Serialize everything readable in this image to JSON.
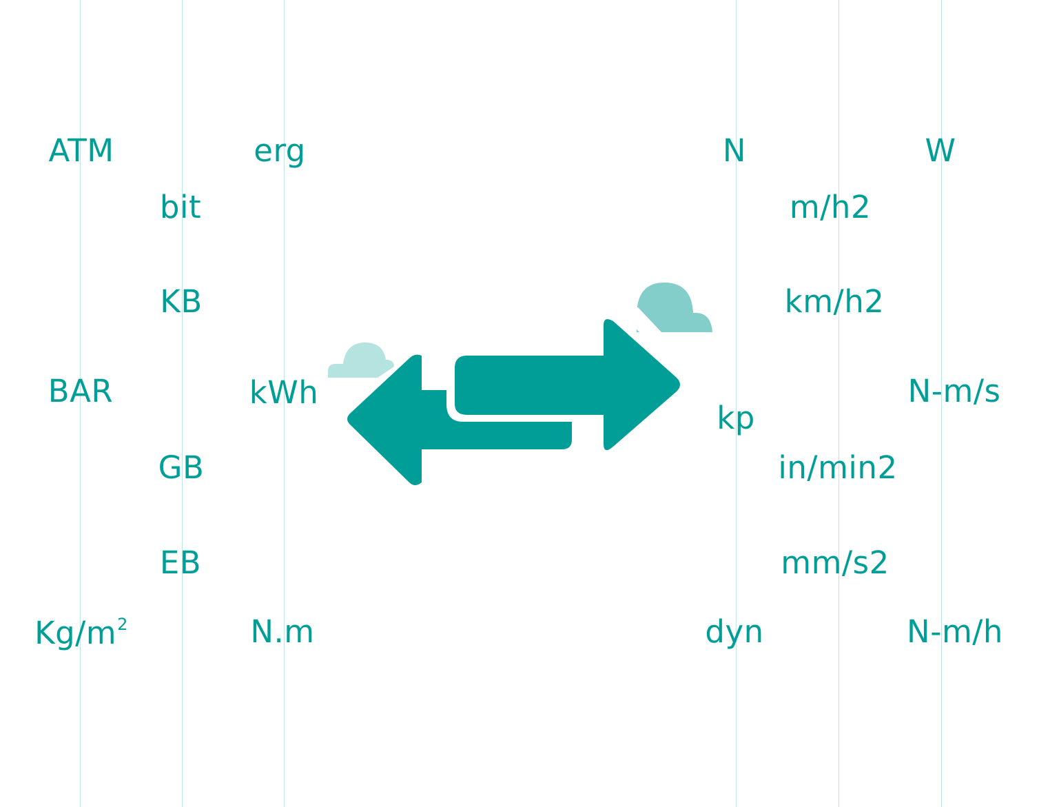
{
  "colors": {
    "accent": "#009e96",
    "cloud_light": "#b5e3df",
    "cloud_mid": "#83ceca",
    "guide_line": "#bfe6e2",
    "background": "#ffffff"
  },
  "icon": {
    "name": "exchange-arrows-icon",
    "clouds": "cloud-icon"
  },
  "units": {
    "atm": "ATM",
    "erg": "erg",
    "bit": "bit",
    "kb": "KB",
    "bar": "BAR",
    "kwh": "kWh",
    "gb": "GB",
    "eb": "EB",
    "kgm": "Kg/m",
    "kgm_sup": "2",
    "nm_dot": "N.m",
    "n": "N",
    "w": "W",
    "mh2": "m/h2",
    "kmh2": "km/h2",
    "nms": "N-m/s",
    "kp": "kp",
    "inmin2": "in/min2",
    "mms2": "mm/s2",
    "dyn": "dyn",
    "nmh": "N-m/h"
  }
}
